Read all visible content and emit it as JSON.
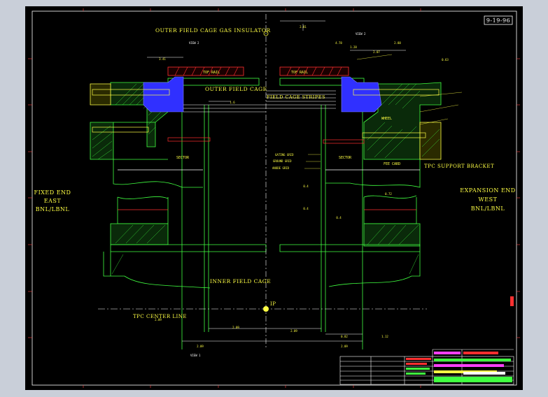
{
  "drawing": {
    "date_box": "9-19-96",
    "left_region": [
      "FIXED END",
      "EAST",
      "BNL/LBNL"
    ],
    "right_region": [
      "EXPANSION END",
      "WEST",
      "BNL/LBNL"
    ],
    "tpc_center_line": "TPC CENTER LINE",
    "ip_label": "IP",
    "labels": {
      "outer_gas_insulator": "OUTER FIELD CAGE GAS INSULATOR",
      "outer_field_cage": "OUTER FIELD CAGE",
      "field_cage_stripes": "FIELD CAGE STRIPES",
      "inner_field_cage": "INNER FIELD CAGE",
      "tof_rail_left": "TOF RAIL",
      "tof_rail_right": "TOF RAIL",
      "sector_left": "SECTOR",
      "sector_right": "SECTOR",
      "wheel": "WHEEL",
      "fee_card": "FEE CARD",
      "tpc_support_bracket": "TPC SUPPORT BRACKET",
      "gating_grid": "GATING GRID",
      "ground_grid": "GROUND GRID",
      "anode_grid": "ANODE GRID"
    },
    "dimensions": {
      "top_center": "2.81",
      "left_top": "3.41",
      "right_top_a": "4.78",
      "right_top_b": "1.28",
      "right_top_c": "2.07",
      "right_top_d": "2.88",
      "right_radius": "0.63",
      "left_mid": "1.6",
      "left_small": "0.4",
      "right_small_a": "0.4",
      "right_small_b": "0.4",
      "bottom_center": "2.09",
      "bottom_left": "2.09",
      "bottom_left_2": "2.09",
      "bottom_right_a": "0.82",
      "bottom_right_b": "1.12",
      "bottom_wide_left": "2.09",
      "bottom_wide_right": "2.09",
      "fee_width": "0.72"
    },
    "views": {
      "view_top_left": "VIEW 2",
      "view_top_right": "VIEW 2",
      "view_bottom": "VIEW 1"
    },
    "title_block": {
      "rows": [
        "",
        "",
        "",
        "",
        "",
        ""
      ]
    }
  },
  "colors": {
    "background": "#000000",
    "frame": "#c9cfd9",
    "outline": "#ffffff",
    "geometry": "#40ff40",
    "insulator": "#3030ff",
    "tof": "#ff3030",
    "text": "#ffff44",
    "magenta": "#ff40ff"
  }
}
